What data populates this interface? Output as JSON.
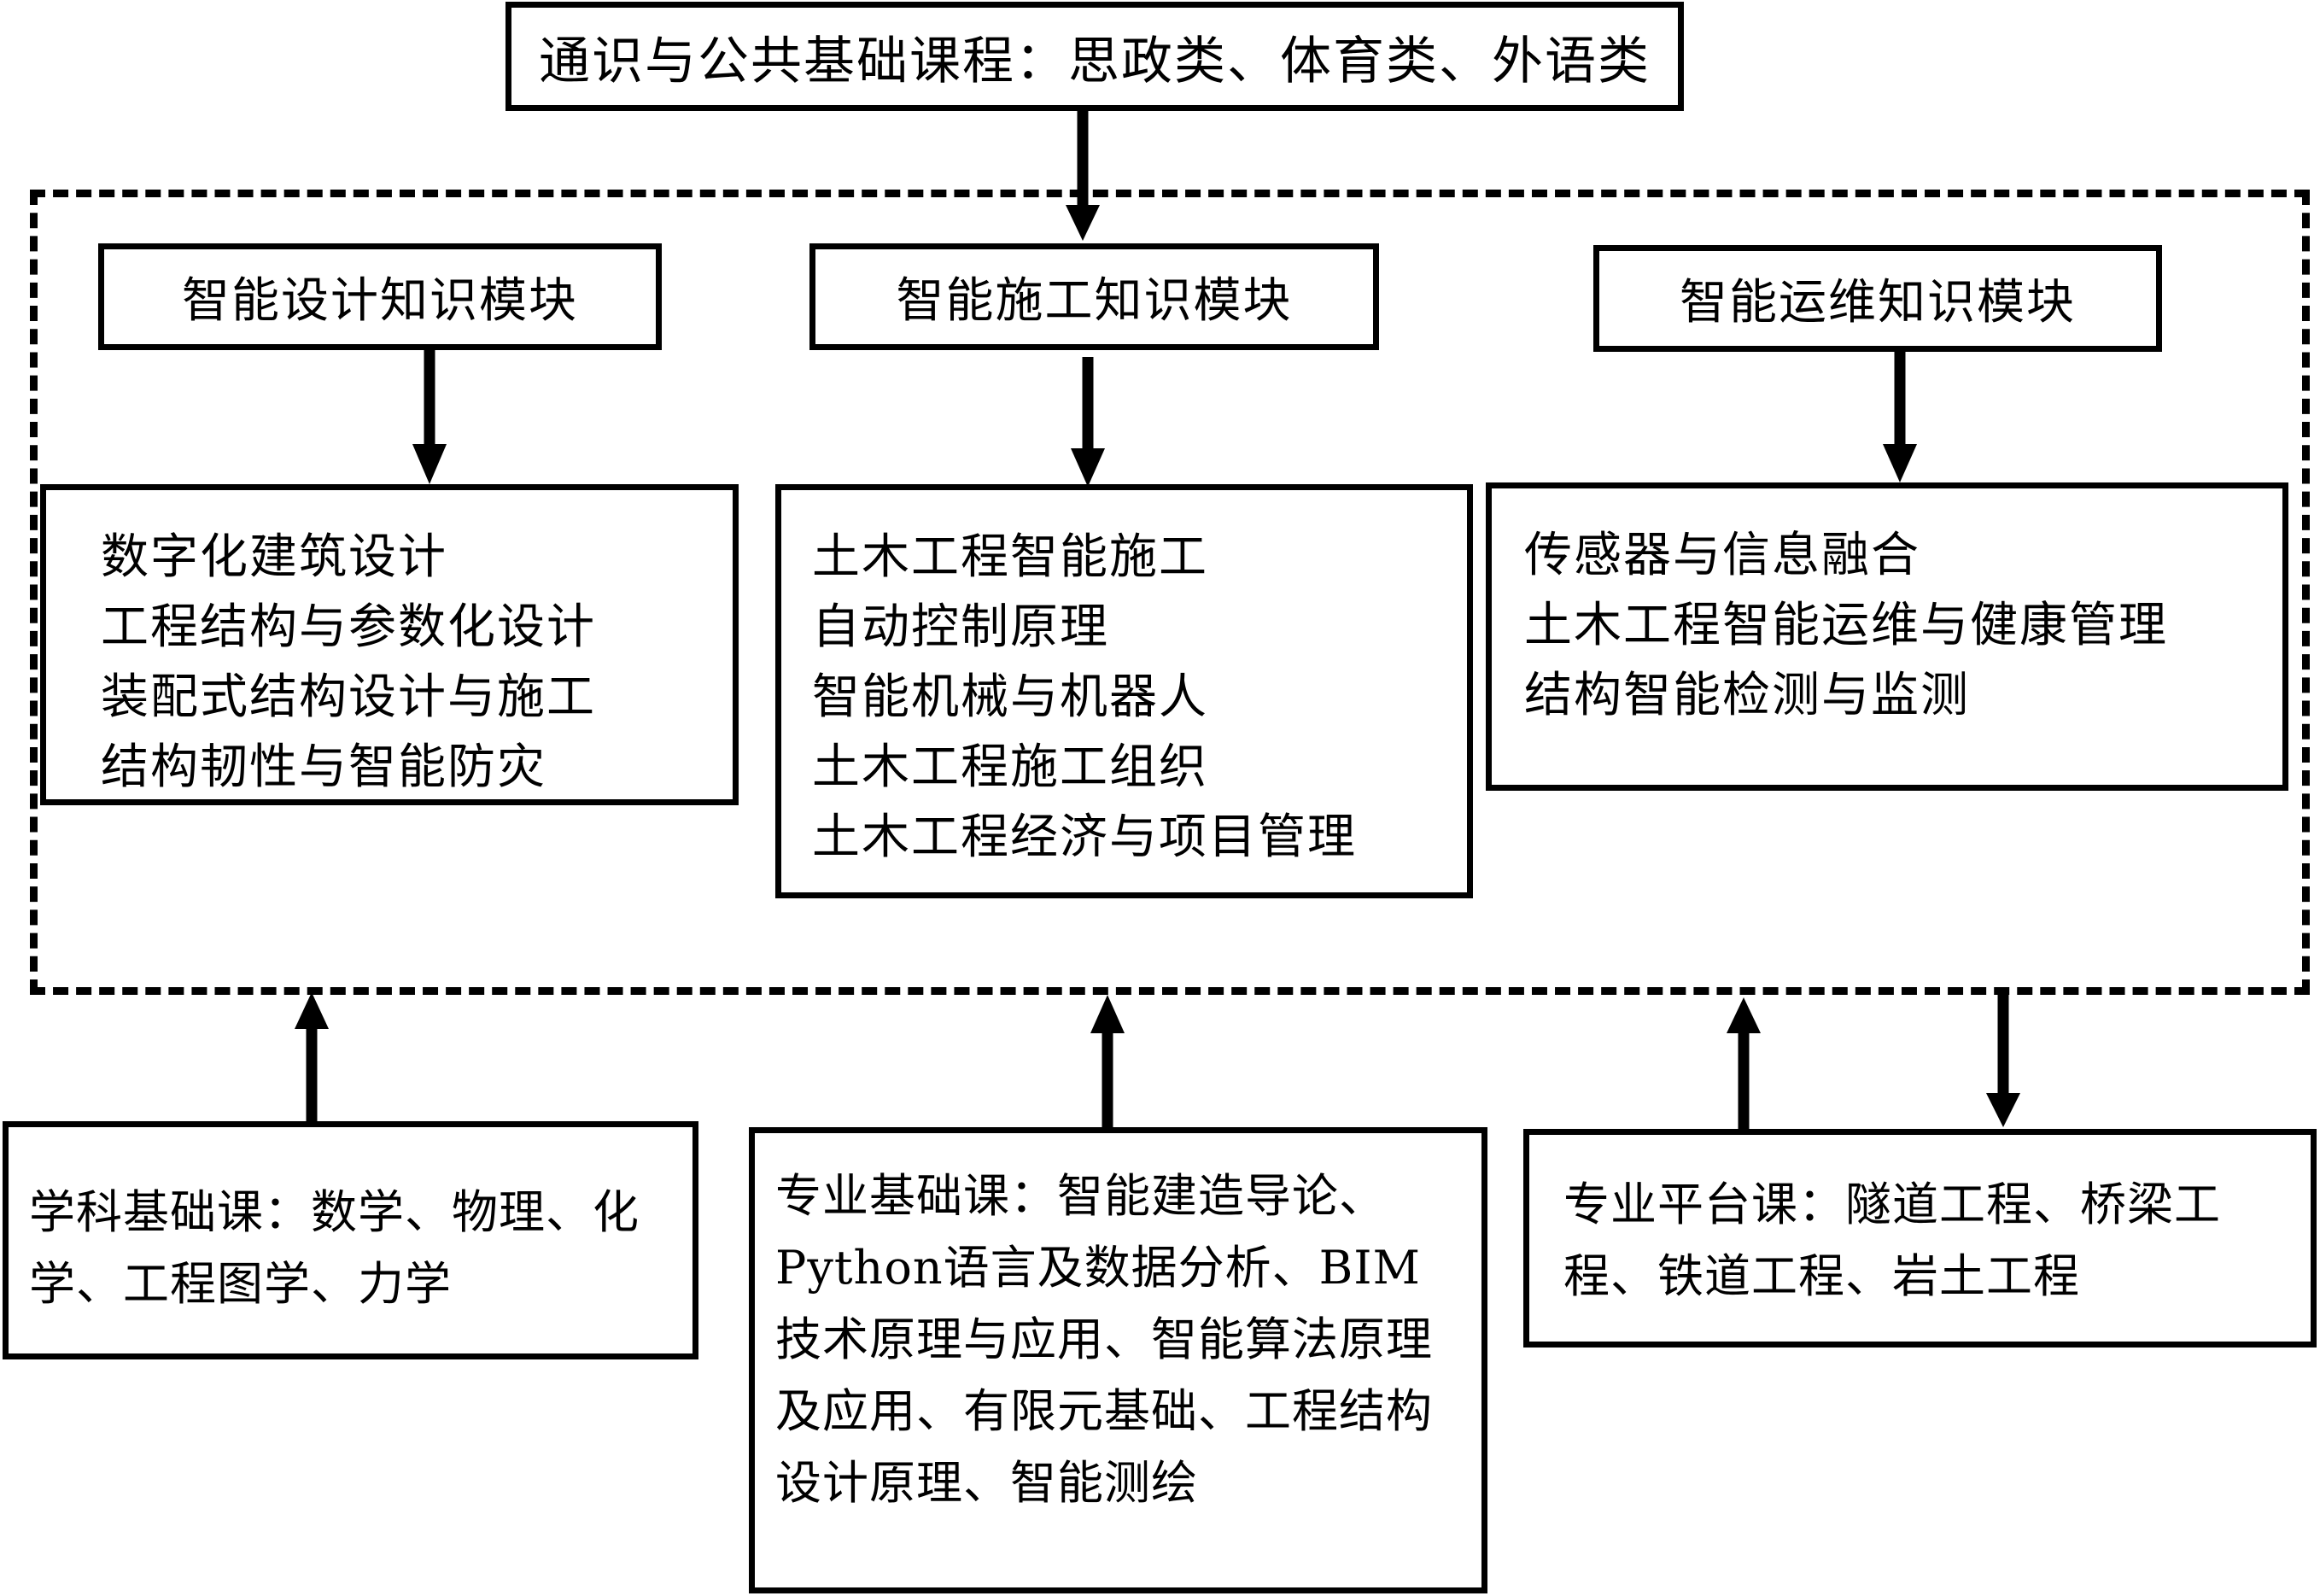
{
  "top": {
    "label": "通识与公共基础课程：思政类、体育类、外语类"
  },
  "modules": [
    {
      "title": "智能设计知识模块",
      "courses": [
        "数字化建筑设计",
        "工程结构与参数化设计",
        "装配式结构设计与施工",
        "结构韧性与智能防灾"
      ]
    },
    {
      "title": "智能施工知识模块",
      "courses": [
        "土木工程智能施工",
        "自动控制原理",
        "智能机械与机器人",
        "土木工程施工组织",
        "土木工程经济与项目管理"
      ]
    },
    {
      "title": "智能运维知识模块",
      "courses": [
        "传感器与信息融合",
        "土木工程智能运维与健康管理",
        "结构智能检测与监测"
      ]
    }
  ],
  "bottom": {
    "discipline_basics": "学科基础课：数学、物理、化学、工程图学、力学",
    "major_basics": "专业基础课：智能建造导论、Python语言及数据分析、BIM技术原理与应用、智能算法原理及应用、有限元基础、工程结构设计原理、智能测绘",
    "major_platform": "专业平台课：隧道工程、桥梁工程、铁道工程、岩土工程"
  }
}
